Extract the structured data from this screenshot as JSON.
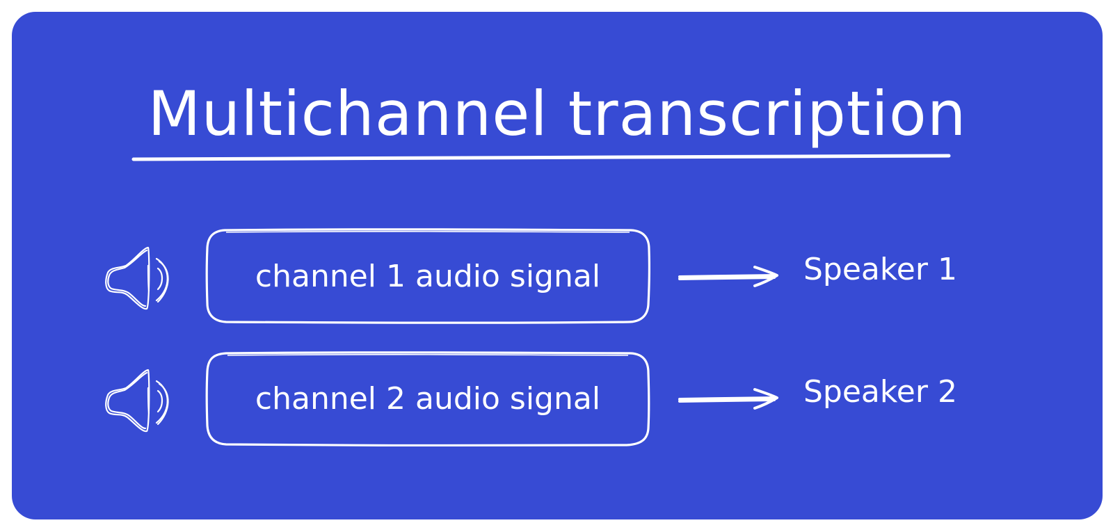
{
  "colors": {
    "background": "#374bd4",
    "foreground": "#ffffff"
  },
  "title": "Multichannel transcription",
  "channels": [
    {
      "signal_label": "channel 1 audio signal",
      "speaker_label": "Speaker 1",
      "icon": "speaker-icon"
    },
    {
      "signal_label": "channel 2 audio signal",
      "speaker_label": "Speaker 2",
      "icon": "speaker-icon"
    }
  ]
}
